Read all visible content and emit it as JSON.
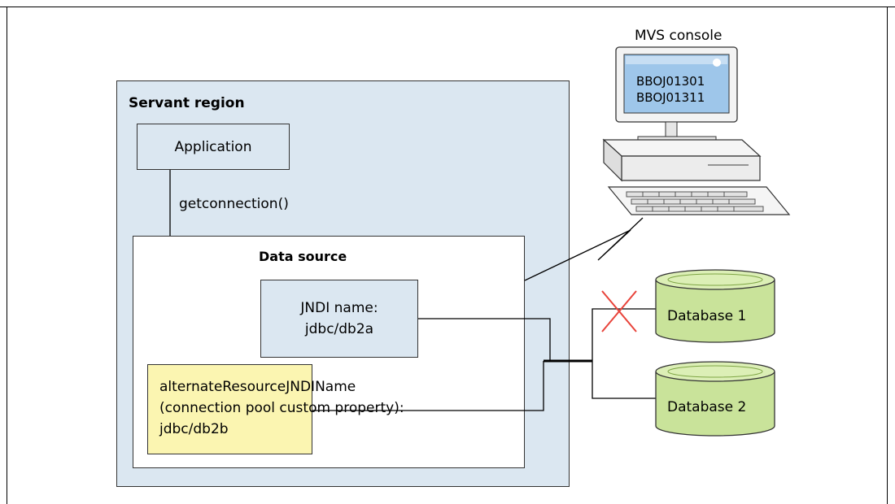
{
  "servant_region": {
    "title": "Servant region"
  },
  "application": {
    "label": "Application"
  },
  "call": {
    "label": "getconnection()"
  },
  "data_source": {
    "title": "Data source",
    "jndi": {
      "line1": "JNDI name:",
      "line2": "jdbc/db2a"
    },
    "alternate": {
      "line1": "alternateResourceJNDIName",
      "line2": "(connection pool custom property):",
      "line3": "jdbc/db2b"
    }
  },
  "console": {
    "label": "MVS console",
    "messages": [
      "BBOJ01301",
      "BBOJ01311"
    ]
  },
  "databases": [
    {
      "label": "Database 1",
      "status": "unavailable"
    },
    {
      "label": "Database 2",
      "status": "available"
    }
  ],
  "colors": {
    "region_fill": "#dbe7f1",
    "property_fill": "#fbf5b1",
    "database_fill": "#c9e39a",
    "database_top": "#dcefb6",
    "failure_mark": "#e8433a",
    "screen_fill": "#9ec6ea"
  }
}
